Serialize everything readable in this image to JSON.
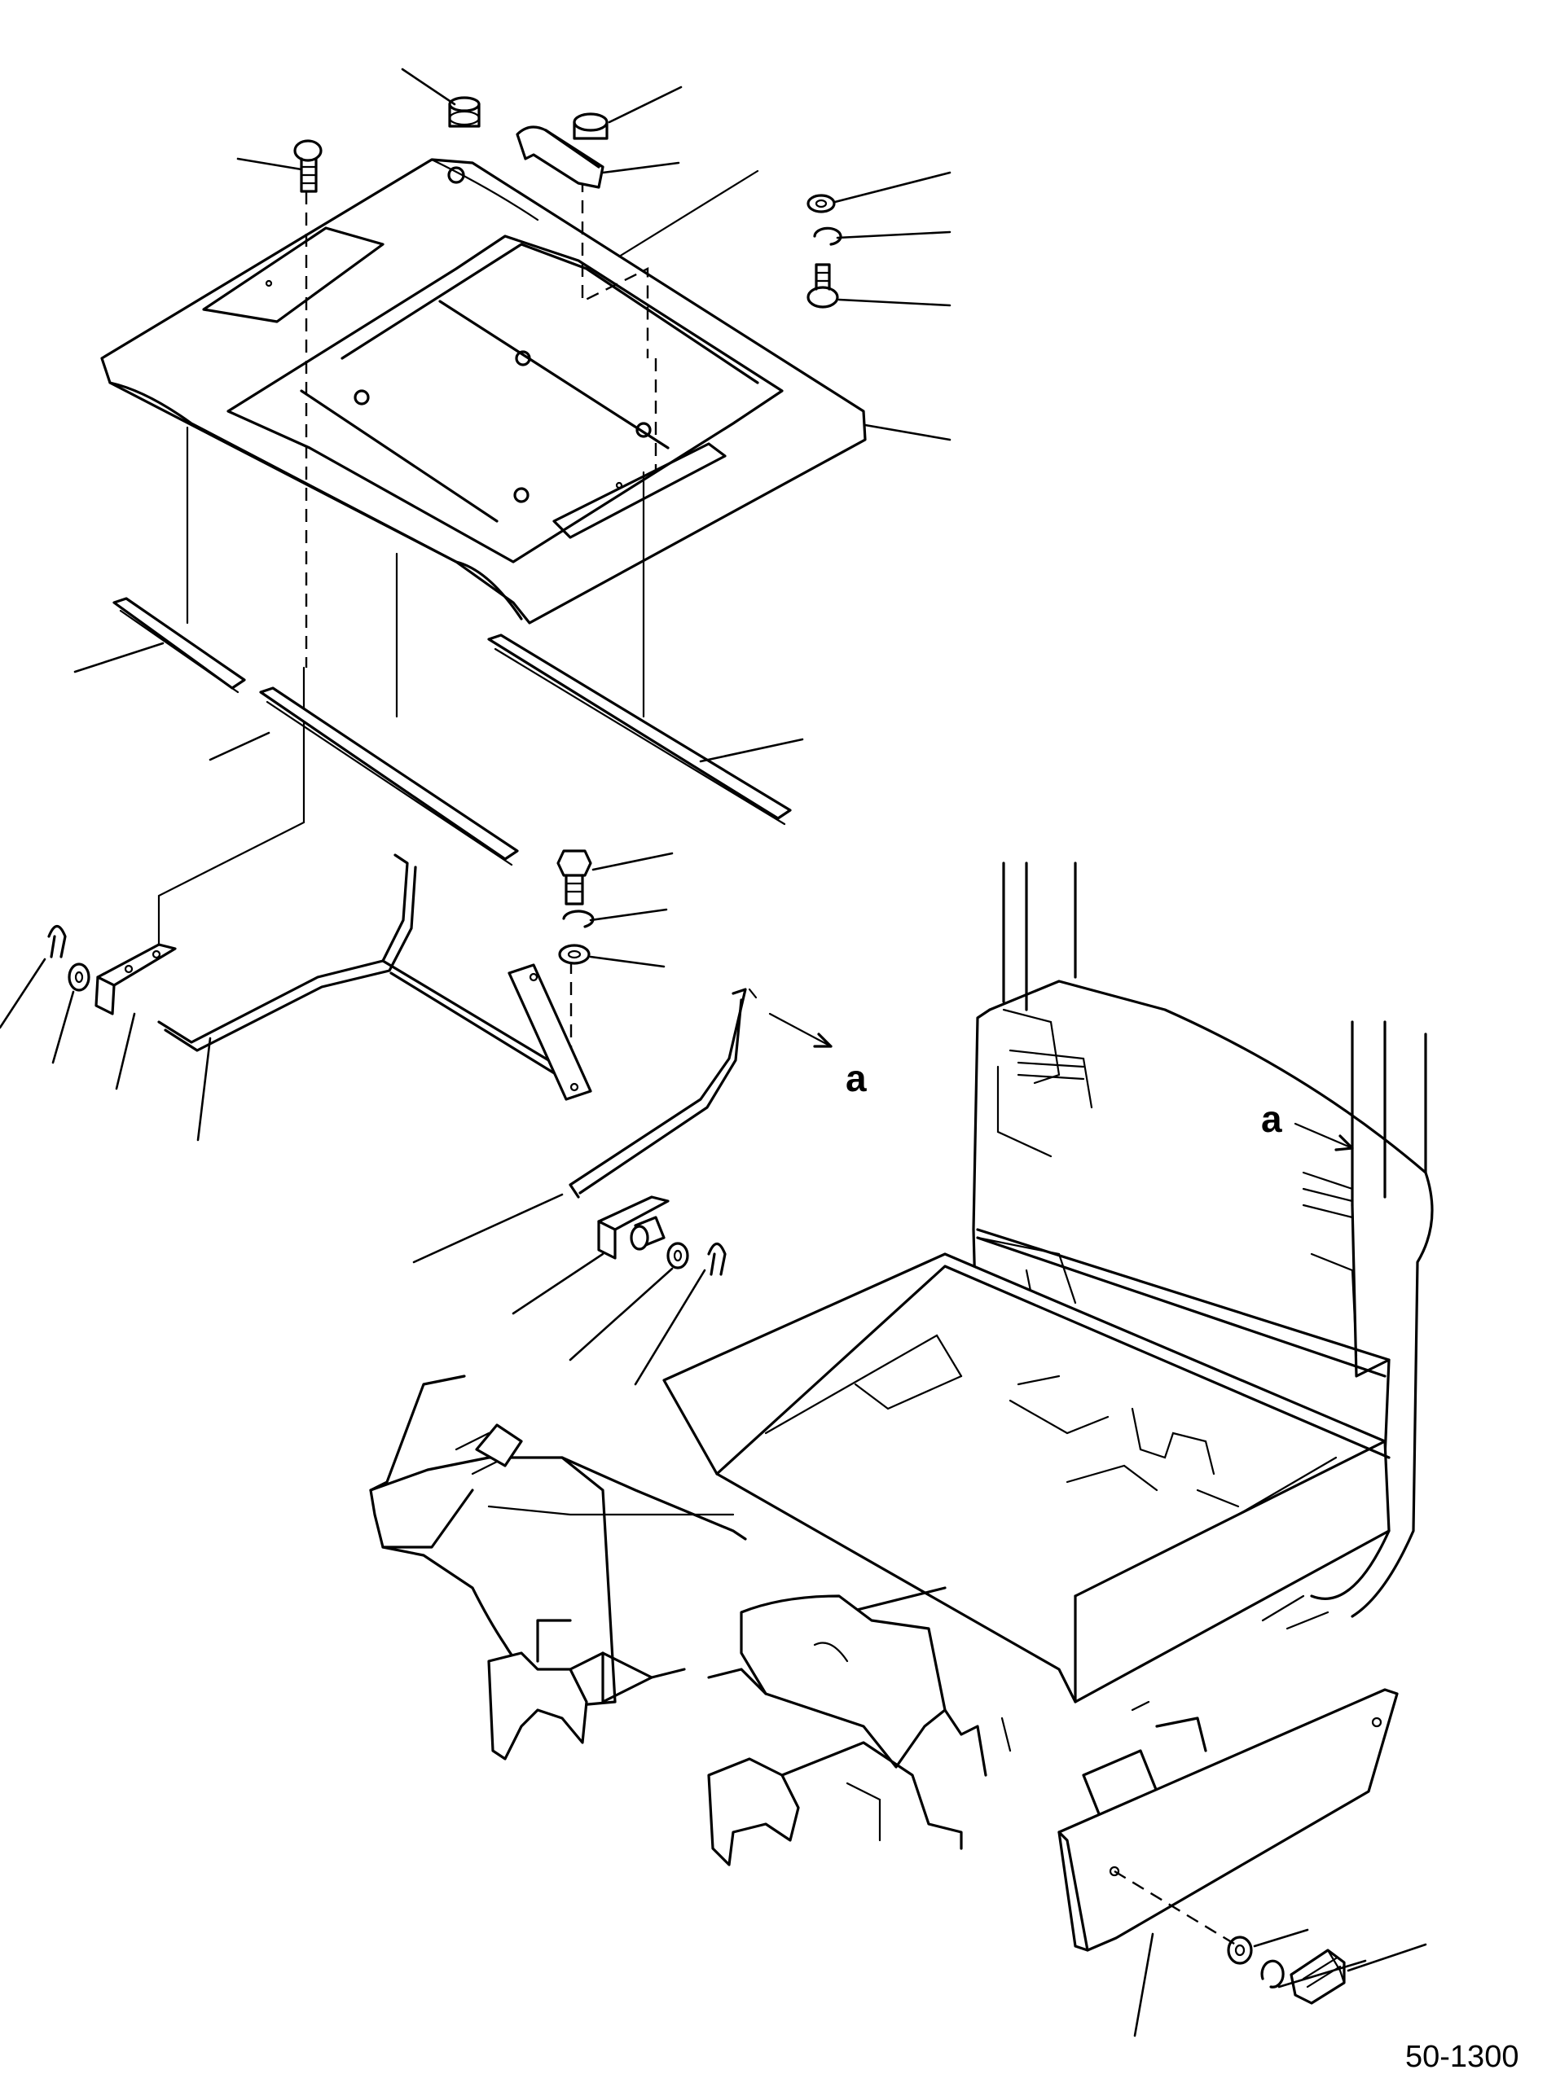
{
  "figure": {
    "number": "50-1300",
    "view_ref_label_1": "a",
    "view_ref_label_2": "a"
  },
  "colors": {
    "ink": "#000000",
    "paper": "#ffffff"
  }
}
